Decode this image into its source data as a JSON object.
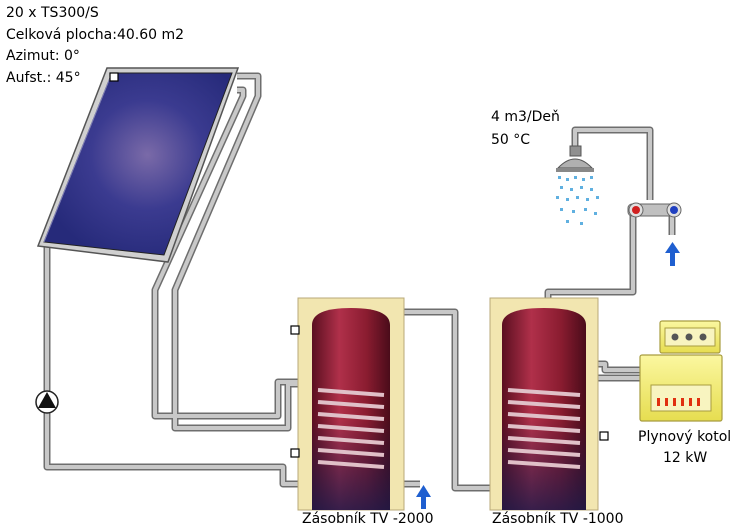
{
  "collector": {
    "count_type": "20 x TS300/S",
    "area": "Celková plocha:40.60 m2",
    "azimuth": "Azimut: 0°",
    "tilt": "Aufst.: 45°"
  },
  "consumption": {
    "volume": "4 m3/Deň",
    "temperature": "50 °C"
  },
  "boiler": {
    "name": "Plynový kotol",
    "power": "12 kW"
  },
  "tanks": [
    {
      "label": "Zásobník TV -2000"
    },
    {
      "label": "Zásobník TV -1000"
    }
  ],
  "colors": {
    "pipe": "#c8c8c8",
    "pipe_outline": "#6e6e6e",
    "collector_blue": "#2a2e86",
    "tank_red": "#8a1c30",
    "tank_insulation": "#f2e6b0",
    "boiler_yellow": "#f5f07a",
    "arrow_blue": "#1f5fd0",
    "hot_red": "#d02020",
    "cold_blue": "#2040c0"
  }
}
